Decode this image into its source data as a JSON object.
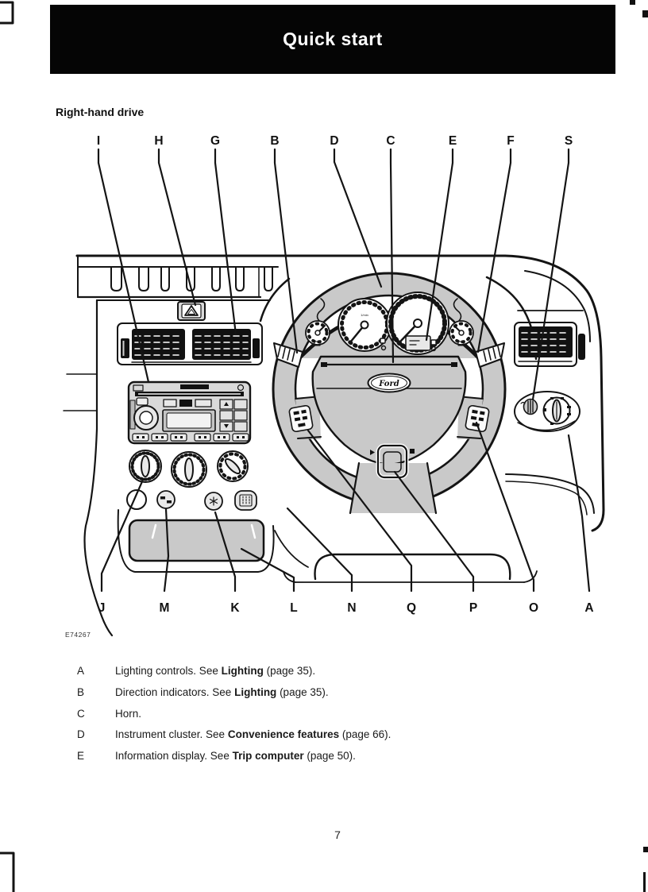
{
  "header": {
    "title": "Quick start"
  },
  "section": {
    "heading": "Right-hand drive"
  },
  "figure": {
    "code": "E74267",
    "top_callouts": [
      "I",
      "H",
      "G",
      "B",
      "D",
      "C",
      "E",
      "F",
      "S"
    ],
    "bottom_callouts": [
      "J",
      "M",
      "K",
      "L",
      "N",
      "Q",
      "P",
      "O",
      "A"
    ],
    "wheel_badge": "Ford",
    "tach_label": "1/min"
  },
  "legend": {
    "items": [
      {
        "letter": "A",
        "pre": "Lighting controls.  See ",
        "bold": "Lighting",
        "post": " (page 35)."
      },
      {
        "letter": "B",
        "pre": "Direction indicators.  See ",
        "bold": "Lighting",
        "post": " (page 35)."
      },
      {
        "letter": "C",
        "pre": "Horn.",
        "bold": "",
        "post": ""
      },
      {
        "letter": "D",
        "pre": "Instrument cluster.  See ",
        "bold": "Convenience features",
        "post": " (page 66)."
      },
      {
        "letter": "E",
        "pre": "Information display.  See ",
        "bold": "Trip computer",
        "post": " (page 50)."
      }
    ]
  },
  "footer": {
    "page_number": "7"
  },
  "colors": {
    "line": "#141414",
    "panel_gray": "#c9c9c9",
    "header_bg": "#050505"
  }
}
